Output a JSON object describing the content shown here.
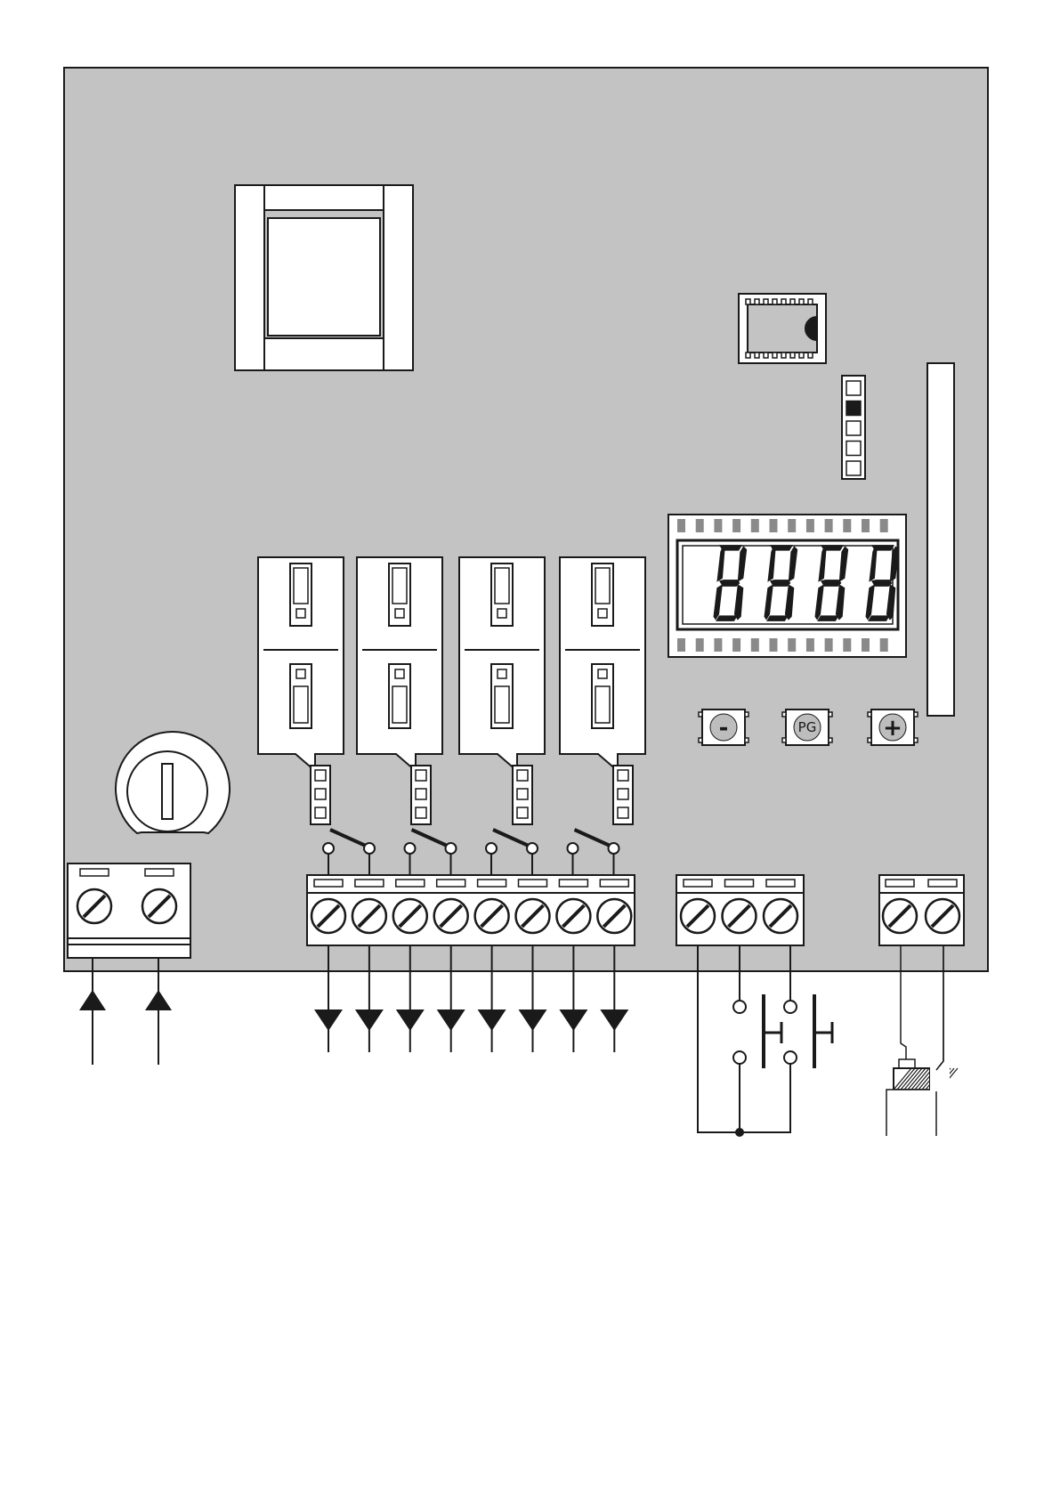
{
  "board": {
    "colors": {
      "board_fill": "#c4c3c4",
      "outline": "#1a1a1a",
      "white": "#ffffff",
      "button_cap": "#bdbdbd",
      "segment": "#1a1a1a"
    }
  },
  "display": {
    "digits": [
      8,
      8,
      8,
      8
    ]
  },
  "programming_buttons": [
    {
      "id": "minus",
      "label": "-",
      "icon": "minus-icon"
    },
    {
      "id": "pg",
      "label": "PG",
      "icon": ""
    },
    {
      "id": "plus",
      "label": "+",
      "icon": "plus-icon"
    }
  ],
  "jumper_modules": {
    "count": 4
  },
  "status_header": {
    "pins": 5,
    "active_pin": 2
  },
  "terminal_blocks": [
    {
      "id": "power-input",
      "screws": 2,
      "wiring": "input-arrows"
    },
    {
      "id": "outputs",
      "screws": 8,
      "wiring": "output-arrows"
    },
    {
      "id": "push-buttons",
      "screws": 3,
      "wiring": "two-push-buttons"
    },
    {
      "id": "antenna",
      "screws": 2,
      "wiring": "coax-cable"
    }
  ],
  "icons": [
    "transformer-icon",
    "ic-chip-icon",
    "rotary-fuse-icon",
    "screw-icon",
    "arrow-up-icon",
    "arrow-down-icon",
    "push-button-icon",
    "coax-cable-icon"
  ]
}
